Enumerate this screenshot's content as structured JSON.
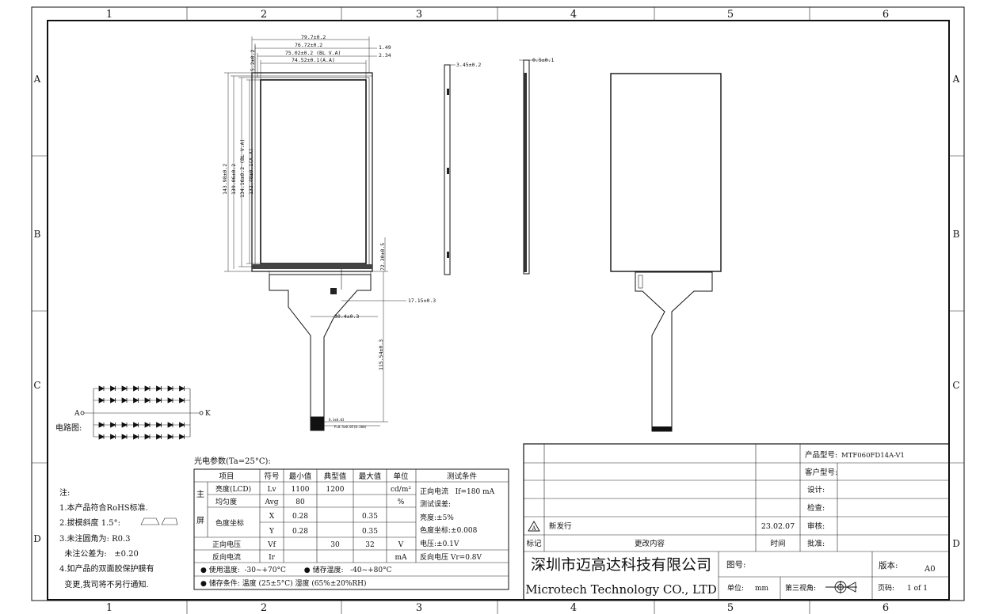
{
  "frame": {
    "columns": [
      "1",
      "2",
      "3",
      "4",
      "5",
      "6"
    ],
    "rows": [
      "A",
      "B",
      "C",
      "D"
    ]
  },
  "front_view": {
    "dims_top": [
      "79.7±0.2",
      "76.72±0.2",
      "75.02±0.2 (BL V.A)",
      "74.52±0.1(A.A)"
    ],
    "dims_right_top": [
      "1.49",
      "2.34"
    ],
    "dim_left_small": "5.2±0.2",
    "dims_left": [
      "143.98±0.2",
      "139.06±0.2",
      "134.16±0.2 (BL V.A)",
      "132.48±0.1(A.A)"
    ],
    "dim_fpc_offset": "72.30±0.5",
    "dim_fpc_width": "17.15±0.3",
    "dim_fpc_pos": "30.4±0.3",
    "dim_fpc_length": "115.54±0.3",
    "tail_labels": [
      "0.3±0.03",
      "P=0.5±0.05(0.2mm)"
    ]
  },
  "side_views": {
    "thickness1": "3.45±0.2",
    "thickness2": "0.5±0.1"
  },
  "circuit": {
    "label": "电路图:",
    "anode": "A",
    "cathode": "K"
  },
  "notes": {
    "title": "注:",
    "items": [
      "1.本产品符合RoHS标准.",
      "2.拔模斜度 1.5°:",
      "3.未注圆角为:    R0.3",
      "  未注公差为:   ±0.20",
      "4.如产品的双面胶保护膜有",
      "  变更,我司将不另行通知."
    ]
  },
  "optical_table": {
    "title": "光电参数(Ta=25°C):",
    "headers": [
      "项目",
      "符号",
      "最小值",
      "典型值",
      "最大值",
      "单位",
      "测试条件"
    ],
    "group_label_1": "主",
    "group_label_2": "屏",
    "rows": [
      {
        "item": "亮度(LCD)",
        "sym": "Lv",
        "min": "1100",
        "typ": "1200",
        "max": "",
        "unit": "cd/m²"
      },
      {
        "item": "均匀度",
        "sym": "Avg",
        "min": "80",
        "typ": "",
        "max": "",
        "unit": "%"
      },
      {
        "item": "色度坐标",
        "sym": "X",
        "min": "0.28",
        "typ": "",
        "max": "0.35",
        "unit": ""
      },
      {
        "item": "",
        "sym": "Y",
        "min": "0.28",
        "typ": "",
        "max": "0.35",
        "unit": ""
      },
      {
        "item": "正向电压",
        "sym": "Vf",
        "min": "",
        "typ": "30",
        "max": "32",
        "unit": "V"
      },
      {
        "item": "反向电流",
        "sym": "Ir",
        "min": "",
        "typ": "",
        "max": "",
        "unit": "mA"
      }
    ],
    "conditions": [
      "正向电流   If=180 mA",
      "测试误差:",
      "亮度:±5%",
      "色度坐标:±0.008",
      "电压:±0.1V",
      "反向电压 Vr=0.8V"
    ],
    "footer1": "● 使用温度:  -30~+70°C        ● 储存温度:   -40~+80°C",
    "footer2": "● 储存条件:  温度 (25±5°C) 湿度 (65%±20%RH)"
  },
  "title_block": {
    "product_model_label": "产品型号:",
    "product_model": "MTF060FD14A-V1",
    "customer_model_label": "客户型号:",
    "design_label": "设计:",
    "check_label": "检查:",
    "review_label": "审核:",
    "approve_label": "批准:",
    "revision_mark": "A",
    "revision_desc": "新发行",
    "revision_date": "23.02.07",
    "col_mark": "标记",
    "col_change": "更改内容",
    "col_time": "时间",
    "company_cn": "深圳市迈高达科技有限公司",
    "company_en": "Microtech Technology CO., LTD",
    "drawing_no_label": "图号:",
    "version_label": "版本:",
    "version": "A0",
    "unit_label": "单位:",
    "unit": "mm",
    "projection_label": "第三视角:",
    "page_label": "页码:",
    "page": "1 of 1"
  }
}
